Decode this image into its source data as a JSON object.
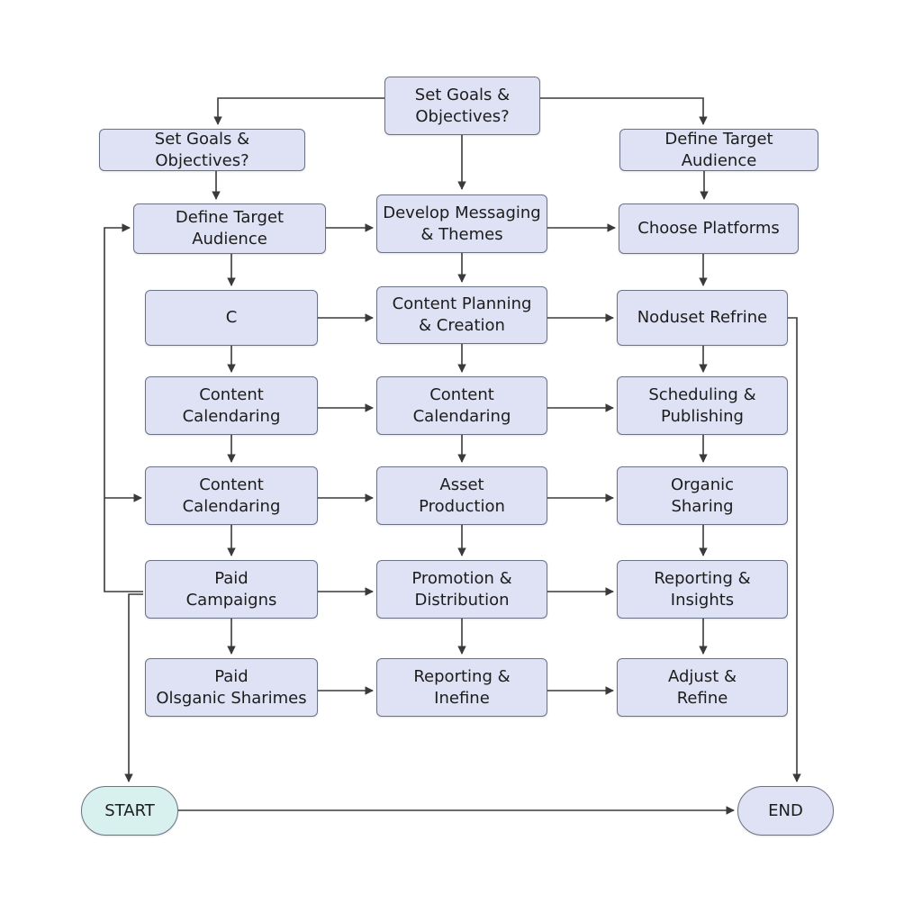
{
  "diagram": {
    "type": "flowchart",
    "colors": {
      "node_fill": "#dfe2f4",
      "node_border": "#6c7286",
      "start_fill": "#d8f1ee",
      "edge": "#3a3a3a"
    },
    "nodes": [
      {
        "id": "n_top",
        "label": "Set Goals &\nObjectives?"
      },
      {
        "id": "n_l1",
        "label": "Set Goals & Objectives?"
      },
      {
        "id": "n_r1",
        "label": "Define Target Audience"
      },
      {
        "id": "n_l2",
        "label": "Define Target Audience"
      },
      {
        "id": "n_m2",
        "label": "Develop Messaging\n& Themes"
      },
      {
        "id": "n_r2",
        "label": "Choose Platforms"
      },
      {
        "id": "n_l3",
        "label": "C"
      },
      {
        "id": "n_m3",
        "label": "Content Planning\n& Creation"
      },
      {
        "id": "n_r3",
        "label": "Noduset Refrine"
      },
      {
        "id": "n_l4",
        "label": "Content\nCalendaring"
      },
      {
        "id": "n_m4",
        "label": "Content\nCalendaring"
      },
      {
        "id": "n_r4",
        "label": "Scheduling &\nPublishing"
      },
      {
        "id": "n_l5",
        "label": "Content\nCalendaring"
      },
      {
        "id": "n_m5",
        "label": "Asset\nProduction"
      },
      {
        "id": "n_r5",
        "label": "Organic\nSharing"
      },
      {
        "id": "n_l6",
        "label": "Paid\nCampaigns"
      },
      {
        "id": "n_m6",
        "label": "Promotion &\nDistribution"
      },
      {
        "id": "n_r6",
        "label": "Reporting &\nInsights"
      },
      {
        "id": "n_l7",
        "label": "Paid\nOlsganic Sharimes"
      },
      {
        "id": "n_m7",
        "label": "Reporting &\nInefine"
      },
      {
        "id": "n_r7",
        "label": "Adjust &\nRefine"
      },
      {
        "id": "n_start",
        "label": "START"
      },
      {
        "id": "n_end",
        "label": "END"
      }
    ],
    "edges": [
      {
        "from": "n_top",
        "to": "n_l1"
      },
      {
        "from": "n_top",
        "to": "n_r1"
      },
      {
        "from": "n_top",
        "to": "n_m2"
      },
      {
        "from": "n_l1",
        "to": "n_l2"
      },
      {
        "from": "n_r1",
        "to": "n_r2"
      },
      {
        "from": "n_l2",
        "to": "n_m2"
      },
      {
        "from": "n_m2",
        "to": "n_r2"
      },
      {
        "from": "n_l2",
        "to": "n_l3"
      },
      {
        "from": "n_m2",
        "to": "n_m3"
      },
      {
        "from": "n_r2",
        "to": "n_r3"
      },
      {
        "from": "n_l3",
        "to": "n_m3"
      },
      {
        "from": "n_m3",
        "to": "n_r3"
      },
      {
        "from": "n_l3",
        "to": "n_l4"
      },
      {
        "from": "n_m3",
        "to": "n_m4"
      },
      {
        "from": "n_r3",
        "to": "n_r4"
      },
      {
        "from": "n_l4",
        "to": "n_m4"
      },
      {
        "from": "n_m4",
        "to": "n_r4"
      },
      {
        "from": "n_l4",
        "to": "n_l5"
      },
      {
        "from": "n_m4",
        "to": "n_m5"
      },
      {
        "from": "n_r4",
        "to": "n_r5"
      },
      {
        "from": "n_l5",
        "to": "n_m5"
      },
      {
        "from": "n_m5",
        "to": "n_r5"
      },
      {
        "from": "n_l5",
        "to": "n_l6"
      },
      {
        "from": "n_m5",
        "to": "n_m6"
      },
      {
        "from": "n_r5",
        "to": "n_r6"
      },
      {
        "from": "n_l6",
        "to": "n_m6"
      },
      {
        "from": "n_m6",
        "to": "n_r6"
      },
      {
        "from": "n_l6",
        "to": "n_l7"
      },
      {
        "from": "n_m6",
        "to": "n_m7"
      },
      {
        "from": "n_r6",
        "to": "n_r7"
      },
      {
        "from": "n_l7",
        "to": "n_m7"
      },
      {
        "from": "n_m7",
        "to": "n_r7"
      },
      {
        "from": "n_start",
        "to": "n_end"
      },
      {
        "from": "n_l6",
        "to": "n_start"
      },
      {
        "from": "n_r3",
        "to": "n_end"
      },
      {
        "from": "n_l6",
        "to": "n_l2"
      },
      {
        "from": "n_l6",
        "to": "n_l5"
      }
    ]
  }
}
